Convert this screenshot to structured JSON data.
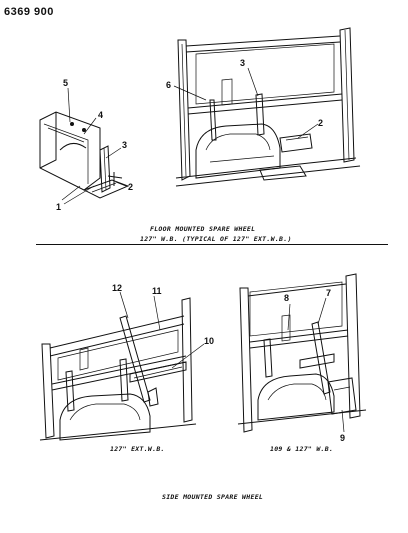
{
  "header": {
    "part_number": "6369 900"
  },
  "captions": {
    "floor_title": "FLOOR MOUNTED SPARE WHEEL",
    "floor_subtitle": "127\" W.B. (TYPICAL OF 127\" EXT.W.B.)",
    "ext_wb": "127\" EXT.W.B.",
    "wb_both": "109 & 127\" W.B.",
    "side_title": "SIDE MOUNTED SPARE WHEEL"
  },
  "callouts": [
    "1",
    "2",
    "3",
    "4",
    "5",
    "6",
    "3",
    "2",
    "12",
    "11",
    "10",
    "8",
    "7",
    "9"
  ],
  "colors": {
    "ink": "#111111",
    "paper": "#ffffff"
  }
}
